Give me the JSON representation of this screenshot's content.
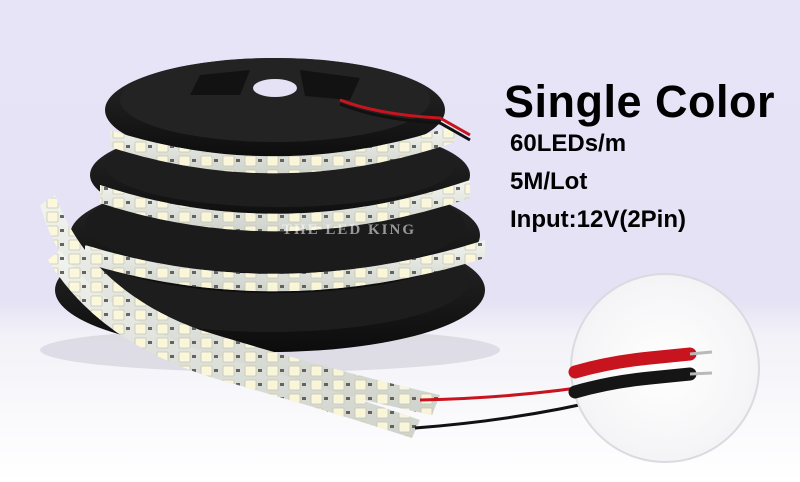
{
  "product": {
    "title": "Single Color",
    "specs": [
      "60LEDs/m",
      "5M/Lot",
      "Input:12V(2Pin)"
    ]
  },
  "watermark": {
    "text": "THE LED KING"
  },
  "colors": {
    "background": "#e4e2f4",
    "reel": "#141414",
    "led_chip": "#f4f0d8",
    "strip": "#e9ece6",
    "wire_red": "#c8141e",
    "wire_black": "#111111"
  }
}
